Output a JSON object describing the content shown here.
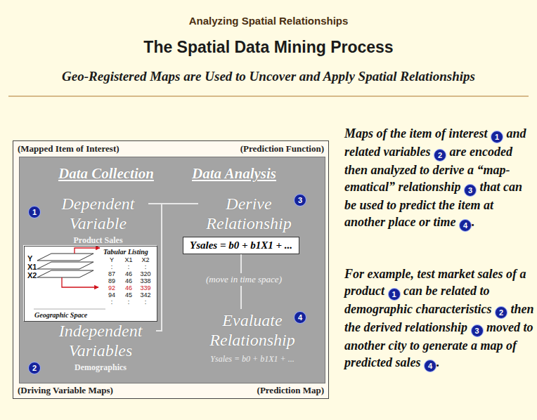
{
  "diagram": {
    "title": "The Spatial Data Mining Process",
    "caption": "Geo-Registered Maps are Used to Uncover and Apply Spatial Relationships",
    "nodes": [
      {
        "text": [
          "(Mapped Item of Interest)",
          "(Prediction Function)",
          "(Driving Variable Maps)",
          "(Prediction Map)"
        ]
      },
      {
        "text": [
          "Data Collection",
          "Data Analysis"
        ],
        "in": 0
      },
      {
        "text": [
          "Dependent Variable",
          "Product Sales"
        ],
        "in": 1
      },
      {
        "text": [
          "Derive Relationship"
        ],
        "in": 1
      },
      {
        "text": [
          "Ysales = b0 + b1X1 + ..."
        ],
        "in": 1
      },
      {
        "text": [
          "Evaluate Relationship",
          "Ysales = b0 + b1X1 + ..."
        ],
        "in": 1
      },
      {
        "text": [
          "Tabular Listing",
          "Geographic Space"
        ],
        "in": 1
      },
      {
        "text": [
          "Independent Variables",
          "Demographics"
        ],
        "in": 1
      }
    ],
    "edges": [
      {
        "from": 2,
        "to": 3,
        "arrow": "none"
      },
      {
        "from": 7,
        "to": 3,
        "arrow": "none"
      },
      {
        "from": 4,
        "to": 5,
        "arrow": "none"
      }
    ],
    "labels": [
      "(move in time space)",
      "1",
      "2",
      "3",
      "4",
      "Y",
      "X1",
      "X2",
      "Y",
      "X1",
      "X2",
      ":",
      ":",
      ":",
      "87",
      "46",
      "320",
      "89",
      "46",
      "338",
      "92",
      "46",
      "339",
      "94",
      "45",
      "342",
      ":",
      ":",
      ":",
      "Maps of the item of interest",
      "1",
      "and related variables",
      "2",
      "are encoded then analyzed to derive a “map-ematical” relationship",
      "3",
      "that can be used to predict the item at another place or time",
      "4",
      ".",
      "For example, test market sales of a product",
      "1",
      "can be related to demographic characteristics",
      "2",
      "then the derived relationship",
      "3",
      "moved to another city to generate a map of predicted sales",
      "4",
      ".",
      "Analyzing Spatial Relationships"
    ]
  }
}
